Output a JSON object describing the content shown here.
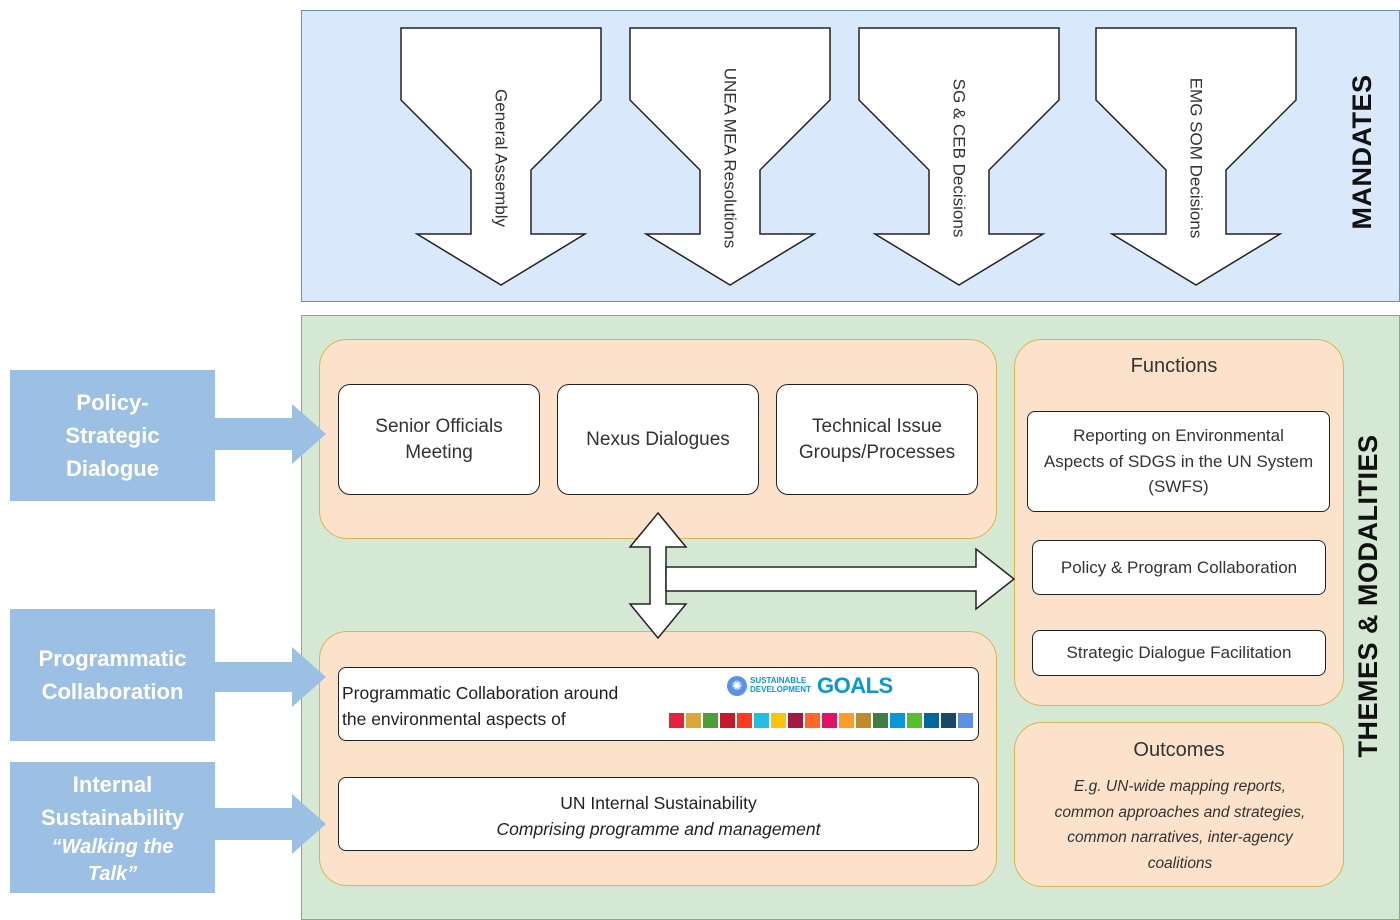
{
  "mandates": {
    "label": "MANDATES",
    "arrows": [
      "General Assembly",
      "UNEA MEA Resolutions",
      "SG & CEB Decisions",
      "EMG SOM Decisions"
    ]
  },
  "themes": {
    "label": "THEMES & MODALITIES",
    "dialogue_boxes": [
      "Senior Officials Meeting",
      "Nexus Dialogues",
      "Technical Issue Groups/Processes"
    ],
    "programmatic": {
      "line1": "Programmatic Collaboration around",
      "line2": "the environmental aspects of",
      "sdg_logo_small1": "SUSTAINABLE",
      "sdg_logo_small2": "DEVELOPMENT",
      "sdg_logo_goals": "GOALS"
    },
    "internal": {
      "title": "UN Internal Sustainability",
      "subtitle": "Comprising programme and management"
    },
    "functions": {
      "heading": "Functions",
      "items": [
        "Reporting on Environmental Aspects of SDGS in the UN System (SWFS)",
        "Policy & Program Collaboration",
        "Strategic Dialogue Facilitation"
      ]
    },
    "outcomes": {
      "heading": "Outcomes",
      "text": "E.g. UN-wide mapping reports, common approaches and strategies, common narratives, inter-agency coalitions"
    }
  },
  "side_labels": {
    "policy": "Policy-Strategic Dialogue",
    "programmatic": "Programmatic Collaboration",
    "internal": "Internal Sustainability",
    "internal_quote": "“Walking the Talk”"
  },
  "colors": {
    "mandates_bg": "#dae8fc",
    "themes_bg": "#d5e8d4",
    "peach": "#fde2cb",
    "side_blue": "#9cc0e4"
  },
  "icons": [
    "un-emblem-icon"
  ]
}
